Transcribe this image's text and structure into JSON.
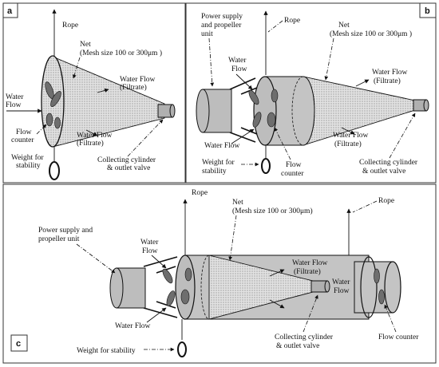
{
  "panels": [
    {
      "tag": "a",
      "rope": "Rope",
      "net_1": "Net",
      "net_2": "(Mesh size 100 or 300μm )",
      "water_flow_in_1": "Water",
      "water_flow_in_2": "Flow",
      "filtrate_top_1": "Water Flow",
      "filtrate_top_2": "(Filtrate)",
      "filtrate_bottom_1": "Water Flow",
      "filtrate_bottom_2": "(Filtrate)",
      "flow_counter_1": "Flow",
      "flow_counter_2": "counter",
      "weight_1": "Weight for",
      "weight_2": "stability",
      "collecting_1": "Collecting cylinder",
      "collecting_2": "& outlet valve"
    },
    {
      "tag": "b",
      "rope": "Rope",
      "power_1": "Power supply",
      "power_2": "and propeller",
      "power_3": "unit",
      "net_1": "Net",
      "net_2": "(Mesh size 100 or 300μm )",
      "water_flow_top_1": "Water",
      "water_flow_top_2": "Flow",
      "water_flow_bottom": "Water Flow",
      "filtrate_top_1": "Water Flow",
      "filtrate_top_2": "(Filtrate)",
      "filtrate_bottom_1": "Water Flow",
      "filtrate_bottom_2": "(Filtrate)",
      "weight_1": "Weight for",
      "weight_2": "stability",
      "flow_counter_1": "Flow",
      "flow_counter_2": "counter",
      "collecting_1": "Collecting cylinder",
      "collecting_2": "& outlet valve"
    },
    {
      "tag": "c",
      "rope_left": "Rope",
      "rope_right": "Rope",
      "power_1": "Power supply and",
      "power_2": "propeller unit",
      "net_1": "Net",
      "net_2": "(Mesh size 100 or 300μm)",
      "water_flow_top_1": "Water",
      "water_flow_top_2": "Flow",
      "water_flow_bottom": "Water Flow",
      "filtrate_1": "Water Flow",
      "filtrate_2": "(Filtrate)",
      "water_flow_right_1": "Water",
      "water_flow_right_2": "Flow",
      "weight": "Weight for stability",
      "collecting_1": "Collecting cylinder",
      "collecting_2": "& outlet valve",
      "flow_counter": "Flow counter"
    }
  ],
  "colors": {
    "net_fill": "#dcdcdc",
    "body_fill": "#c4c4c4",
    "dark_fill": "#6e6e6e",
    "frame": "#333333"
  }
}
